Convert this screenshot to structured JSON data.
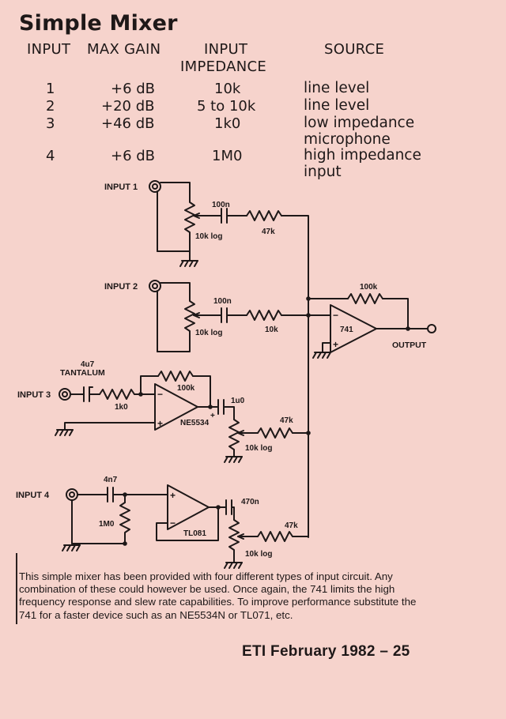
{
  "title": "Simple Mixer",
  "table": {
    "headers": {
      "input": "INPUT",
      "max_gain": "MAX GAIN",
      "impedance_line1": "INPUT",
      "impedance_line2": "IMPEDANCE",
      "source": "SOURCE"
    },
    "rows": [
      {
        "input": "1",
        "gain": "+6 dB",
        "impedance": "10k",
        "source": [
          "line level"
        ]
      },
      {
        "input": "2",
        "gain": "+20 dB",
        "impedance": "5 to 10k",
        "source": [
          "line level"
        ]
      },
      {
        "input": "3",
        "gain": "+46 dB",
        "impedance": "1k0",
        "source": [
          "low impedance",
          "microphone"
        ]
      },
      {
        "input": "4",
        "gain": "+6 dB",
        "impedance": "1M0",
        "source": [
          "high impedance",
          "input"
        ]
      }
    ]
  },
  "schematic": {
    "input1": "INPUT 1",
    "input2": "INPUT 2",
    "input3": "INPUT 3",
    "input4": "INPUT 4",
    "c_100n_a": "100n",
    "c_100n_b": "100n",
    "pot1": "10k log",
    "pot2": "10k log",
    "pot3": "10k log",
    "pot4": "10k log",
    "r_47k_a": "47k",
    "r_10k": "10k",
    "r_100k_fb": "100k",
    "opamp_741": "741",
    "output": "OUTPUT",
    "cap_4u7": "4u7",
    "tantalum": "TANTALUM",
    "r_1k0": "1k0",
    "r_100k_pre": "100k",
    "ne5534": "NE5534",
    "c_1u0": "1u0",
    "r_47k_b": "47k",
    "c_4n7": "4n7",
    "r_1m0": "1M0",
    "tl081": "TL081",
    "c_470n": "470n",
    "r_47k_c": "47k",
    "plus": "+",
    "minus": "−"
  },
  "caption": "This simple mixer has been provided with four different types of input circuit. Any combination of these could however be used. Once again, the 741 limits the high frequency response and slew rate capabilities. To improve performance substitute the 741 for a faster device such as an NE5534N or TL071, etc.",
  "footer": "ETI February 1982 – 25"
}
